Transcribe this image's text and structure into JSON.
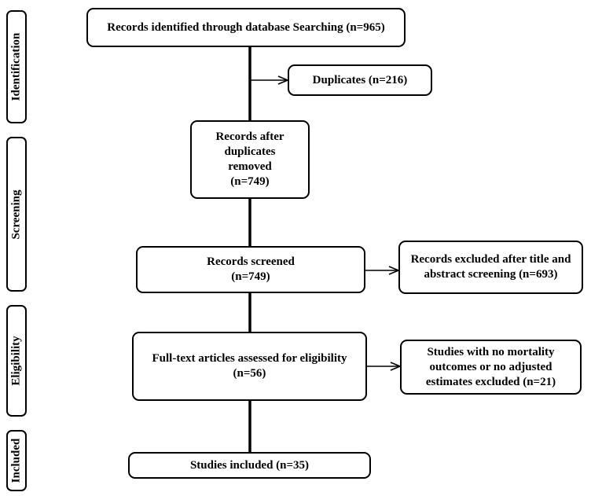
{
  "phases": {
    "identification": "Identification",
    "screening": "Screening",
    "eligibility": "Eligibility",
    "included": "Included"
  },
  "boxes": {
    "records_identified": "Records identified through database Searching (n=965)",
    "duplicates": "Duplicates (n=216)",
    "records_after_duplicates": "Records after\nduplicates\nremoved\n(n=749)",
    "records_screened": "Records screened\n(n=749)",
    "records_excluded": "Records excluded after title and\nabstract screening (n=693)",
    "full_text_assessed": "Full-text articles assessed for eligibility\n(n=56)",
    "studies_excluded": "Studies with no mortality\noutcomes or no adjusted\nestimates excluded (n=21)",
    "studies_included": "Studies included (n=35)"
  }
}
